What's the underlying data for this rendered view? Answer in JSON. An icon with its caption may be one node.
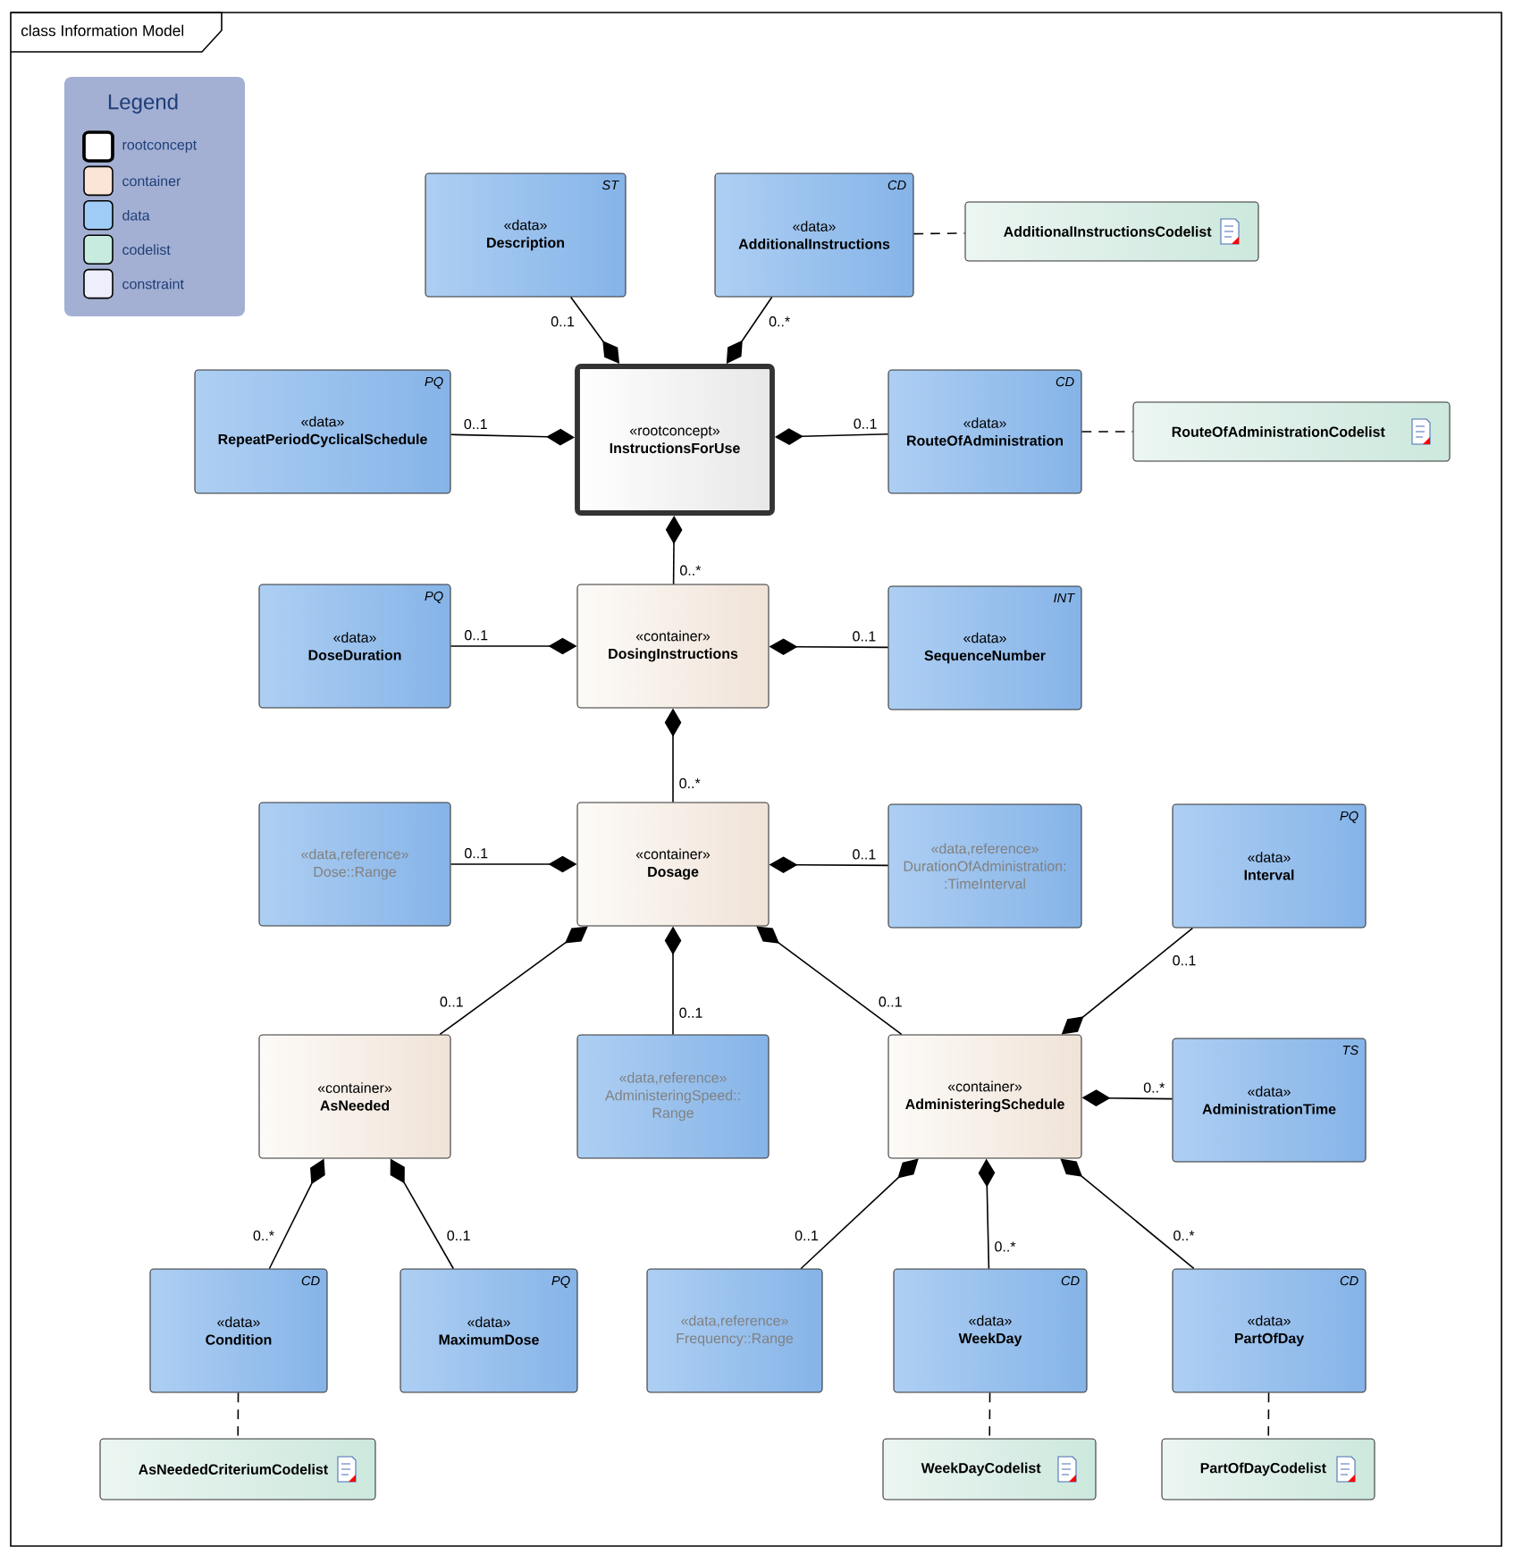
{
  "diagram": {
    "title": "class Information Model",
    "nodes": [
      {
        "text": [
          "ST",
          "«data»",
          "Description"
        ]
      },
      {
        "text": [
          "CD",
          "«data»",
          "AdditionalInstructions"
        ]
      },
      {
        "text": [
          "AdditionalInstructionsCodelist"
        ]
      },
      {
        "text": [
          "PQ",
          "«data»",
          "RepeatPeriodCyclicalSchedule"
        ]
      },
      {
        "text": [
          "«rootconcept»",
          "InstructionsForUse"
        ]
      },
      {
        "text": [
          "CD",
          "«data»",
          "RouteOfAdministration"
        ]
      },
      {
        "text": [
          "RouteOfAdministrationCodelist"
        ]
      },
      {
        "text": [
          "PQ",
          "«data»",
          "DoseDuration"
        ]
      },
      {
        "text": [
          "«container»",
          "DosingInstructions"
        ]
      },
      {
        "text": [
          "INT",
          "«data»",
          "SequenceNumber"
        ]
      },
      {
        "text": [
          "«data,reference»",
          "Dose::Range"
        ]
      },
      {
        "text": [
          "«container»",
          "Dosage"
        ]
      },
      {
        "text": [
          "«data,reference»",
          "DurationOfAdministration: :TimeInterval"
        ]
      },
      {
        "text": [
          "PQ",
          "«data»",
          "Interval"
        ]
      },
      {
        "text": [
          "«container»",
          "AsNeeded"
        ]
      },
      {
        "text": [
          "«data,reference»",
          "AdministeringSpeed:: Range"
        ]
      },
      {
        "text": [
          "«container»",
          "AdministeringSchedule"
        ]
      },
      {
        "text": [
          "TS",
          "«data»",
          "AdministrationTime"
        ]
      },
      {
        "text": [
          "CD",
          "«data»",
          "Condition"
        ]
      },
      {
        "text": [
          "PQ",
          "«data»",
          "MaximumDose"
        ]
      },
      {
        "text": [
          "«data,reference»",
          "Frequency::Range"
        ]
      },
      {
        "text": [
          "CD",
          "«data»",
          "WeekDay"
        ]
      },
      {
        "text": [
          "CD",
          "«data»",
          "PartOfDay"
        ]
      },
      {
        "text": [
          "AsNeededCriteriumCodelist"
        ]
      },
      {
        "text": [
          "WeekDayCodelist"
        ]
      },
      {
        "text": [
          "PartOfDayCodelist"
        ]
      }
    ],
    "edges": [
      {
        "from": 4,
        "to": 0,
        "arrow": "other",
        "label": "0..1"
      },
      {
        "from": 4,
        "to": 1,
        "arrow": "other",
        "label": "0..*"
      },
      {
        "from": 1,
        "to": 2,
        "arrow": "none",
        "style": "dashed"
      },
      {
        "from": 4,
        "to": 3,
        "arrow": "other",
        "label": "0..1"
      },
      {
        "from": 4,
        "to": 5,
        "arrow": "other",
        "label": "0..1"
      },
      {
        "from": 5,
        "to": 6,
        "arrow": "none",
        "style": "dashed"
      },
      {
        "from": 4,
        "to": 8,
        "arrow": "other",
        "label": "0..*"
      },
      {
        "from": 8,
        "to": 7,
        "arrow": "other",
        "label": "0..1"
      },
      {
        "from": 8,
        "to": 9,
        "arrow": "other",
        "label": "0..1"
      },
      {
        "from": 8,
        "to": 11,
        "arrow": "other",
        "label": "0..*"
      },
      {
        "from": 11,
        "to": 10,
        "arrow": "other",
        "label": "0..1"
      },
      {
        "from": 11,
        "to": 12,
        "arrow": "other",
        "label": "0..1"
      },
      {
        "from": 16,
        "to": 13,
        "arrow": "other",
        "label": "0..1"
      },
      {
        "from": 11,
        "to": 14,
        "arrow": "other",
        "label": "0..1"
      },
      {
        "from": 11,
        "to": 15,
        "arrow": "other",
        "label": "0..1"
      },
      {
        "from": 11,
        "to": 16,
        "arrow": "other",
        "label": "0..1"
      },
      {
        "from": 16,
        "to": 17,
        "arrow": "other",
        "label": "0..*"
      },
      {
        "from": 14,
        "to": 18,
        "arrow": "other",
        "label": "0..*"
      },
      {
        "from": 14,
        "to": 19,
        "arrow": "other",
        "label": "0..1"
      },
      {
        "from": 16,
        "to": 20,
        "arrow": "other",
        "label": "0..1"
      },
      {
        "from": 16,
        "to": 21,
        "arrow": "other",
        "label": "0..*"
      },
      {
        "from": 16,
        "to": 22,
        "arrow": "other",
        "label": "0..*"
      },
      {
        "from": 18,
        "to": 23,
        "arrow": "none",
        "style": "dashed"
      },
      {
        "from": 21,
        "to": 24,
        "arrow": "none",
        "style": "dashed"
      },
      {
        "from": 22,
        "to": 25,
        "arrow": "none",
        "style": "dashed"
      }
    ],
    "labels": [
      "Legend"
    ],
    "legend": [
      {
        "text": "rootconcept",
        "color": "#ffffff"
      },
      {
        "text": "container",
        "color": "#fbe5d6"
      },
      {
        "text": "data",
        "color": "#9fcbf7"
      },
      {
        "text": "codelist",
        "color": "#c7ebdf"
      },
      {
        "text": "constraint",
        "color": "#eeeefc"
      }
    ]
  }
}
